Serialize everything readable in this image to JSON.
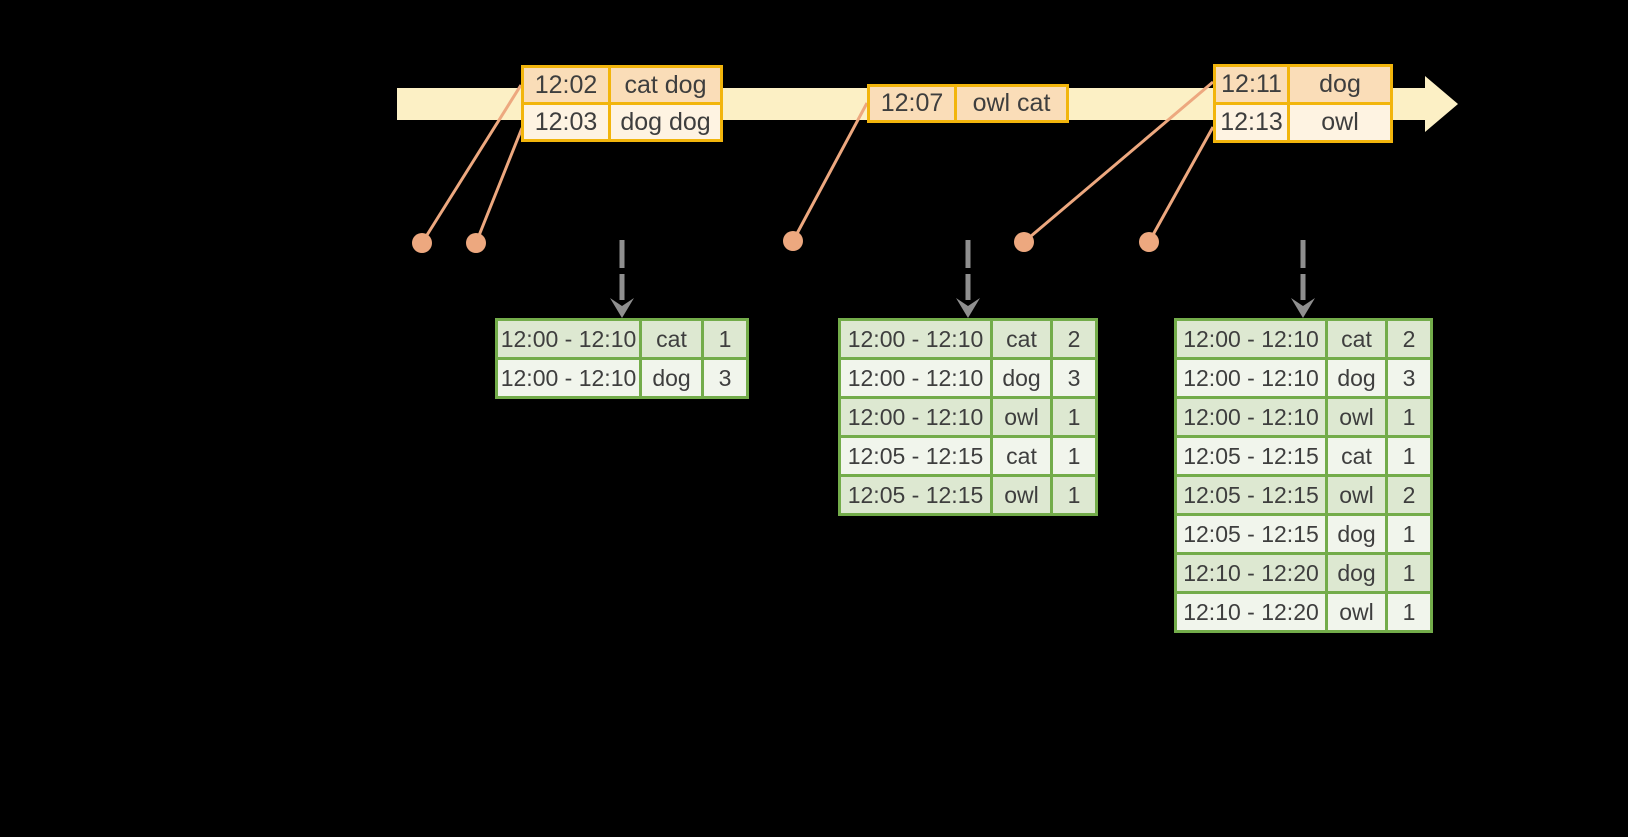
{
  "colors": {
    "background": "#000000",
    "timeline-fill": "#FCF0C5",
    "event-border": "#F2B50C",
    "event-row-dark": "#FADDB8",
    "event-row-light": "#FEF3E2",
    "connector": "#EDA87F",
    "result-border": "#73AC4A",
    "result-row-dark": "#DDE8D1",
    "result-row-light": "#F1F5EC",
    "arrow-gray": "#8F8F8F",
    "table-text": "#3E3E3E"
  },
  "event_tables": [
    {
      "rows": [
        {
          "time": "12:02",
          "words": "cat dog"
        },
        {
          "time": "12:03",
          "words": "dog dog"
        }
      ]
    },
    {
      "rows": [
        {
          "time": "12:07",
          "words": "owl cat"
        }
      ]
    },
    {
      "rows": [
        {
          "time": "12:11",
          "words": "dog"
        },
        {
          "time": "12:13",
          "words": "owl"
        }
      ]
    }
  ],
  "result_tables": [
    {
      "rows": [
        {
          "window": "12:00 - 12:10",
          "word": "cat",
          "count": "1"
        },
        {
          "window": "12:00 - 12:10",
          "word": "dog",
          "count": "3"
        }
      ]
    },
    {
      "rows": [
        {
          "window": "12:00 - 12:10",
          "word": "cat",
          "count": "2"
        },
        {
          "window": "12:00 - 12:10",
          "word": "dog",
          "count": "3"
        },
        {
          "window": "12:00 - 12:10",
          "word": "owl",
          "count": "1"
        },
        {
          "window": "12:05 - 12:15",
          "word": "cat",
          "count": "1"
        },
        {
          "window": "12:05 - 12:15",
          "word": "owl",
          "count": "1"
        }
      ]
    },
    {
      "rows": [
        {
          "window": "12:00 - 12:10",
          "word": "cat",
          "count": "2"
        },
        {
          "window": "12:00 - 12:10",
          "word": "dog",
          "count": "3"
        },
        {
          "window": "12:00 - 12:10",
          "word": "owl",
          "count": "1"
        },
        {
          "window": "12:05 - 12:15",
          "word": "cat",
          "count": "1"
        },
        {
          "window": "12:05 - 12:15",
          "word": "owl",
          "count": "2"
        },
        {
          "window": "12:05 - 12:15",
          "word": "dog",
          "count": "1"
        },
        {
          "window": "12:10 - 12:20",
          "word": "dog",
          "count": "1"
        },
        {
          "window": "12:10 - 12:20",
          "word": "owl",
          "count": "1"
        }
      ]
    }
  ]
}
